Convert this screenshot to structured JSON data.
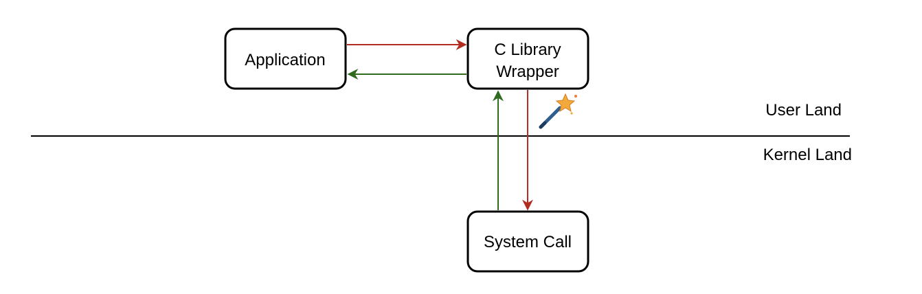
{
  "nodes": {
    "application": {
      "label": "Application"
    },
    "c_library_wrapper": {
      "label_line1": "C Library",
      "label_line2": "Wrapper"
    },
    "system_call": {
      "label": "System Call"
    }
  },
  "zones": {
    "user": "User Land",
    "kernel": "Kernel Land"
  },
  "icons": {
    "magic_wand": "magic-wand-icon"
  },
  "colors": {
    "call_arrow": "#b22d1f",
    "return_arrow": "#2e6b1f",
    "box_border": "#000000",
    "wand_star": "#f2a93b",
    "wand_stick": "#2f5f8f"
  }
}
